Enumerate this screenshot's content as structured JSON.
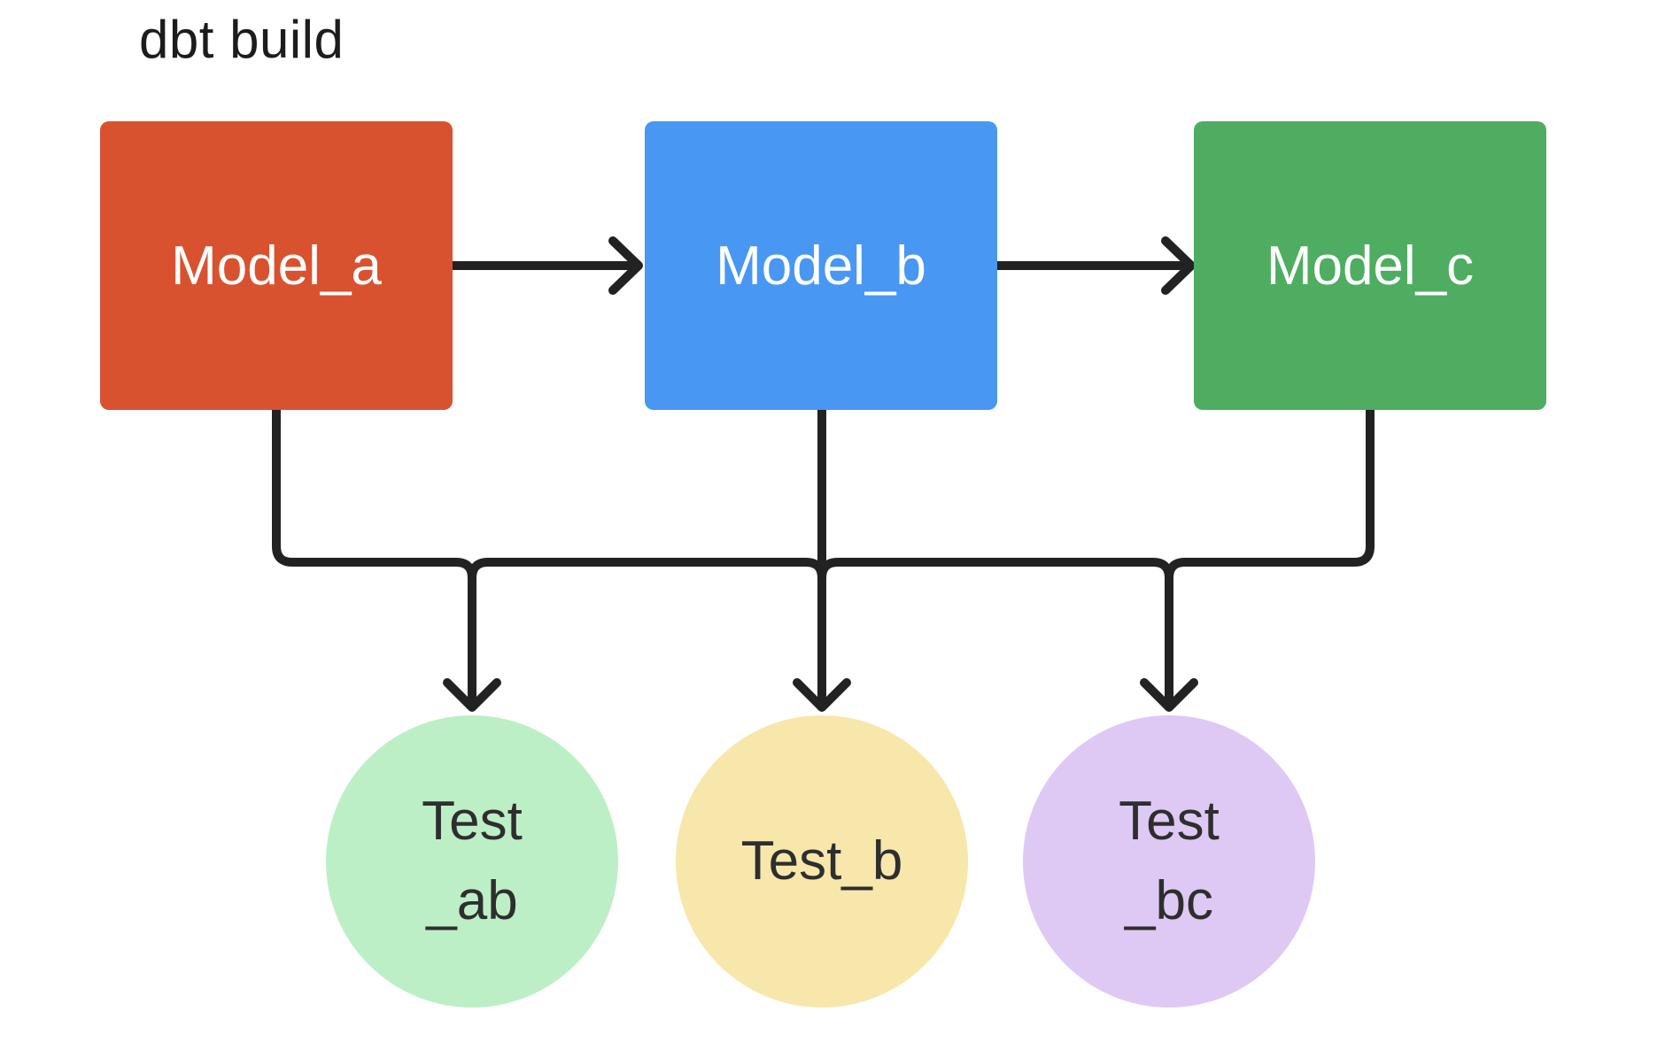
{
  "title": "dbt build",
  "colors": {
    "background": "#ffffff",
    "edge": "#222222",
    "title_text": "#1c1c1c",
    "model_text": "#ffffff",
    "test_text": "#2e2e2e",
    "model_a_bg": "#d9522f",
    "model_b_bg": "#4897f3",
    "model_c_bg": "#4ead61",
    "test_ab_bg": "#bdefc7",
    "test_b_bg": "#f7e7ab",
    "test_bc_bg": "#dec9f4"
  },
  "models": [
    {
      "id": "model-a",
      "label": "Model_a"
    },
    {
      "id": "model-b",
      "label": "Model_b"
    },
    {
      "id": "model-c",
      "label": "Model_c"
    }
  ],
  "tests": [
    {
      "id": "test-ab",
      "line1": "Test",
      "line2": "_ab"
    },
    {
      "id": "test-b",
      "line1": "Test_b"
    },
    {
      "id": "test-bc",
      "line1": "Test",
      "line2": "_bc"
    }
  ],
  "edges": [
    {
      "from": "Model_a",
      "to": "Model_b",
      "style": "arrow-right"
    },
    {
      "from": "Model_b",
      "to": "Model_c",
      "style": "arrow-right"
    },
    {
      "from": "Model_a",
      "to": "Test_ab",
      "style": "arrow-down"
    },
    {
      "from": "Model_b",
      "to": "Test_ab",
      "style": "arrow-down"
    },
    {
      "from": "Model_b",
      "to": "Test_b",
      "style": "arrow-down"
    },
    {
      "from": "Model_b",
      "to": "Test_bc",
      "style": "arrow-down"
    },
    {
      "from": "Model_c",
      "to": "Test_bc",
      "style": "arrow-down"
    }
  ]
}
